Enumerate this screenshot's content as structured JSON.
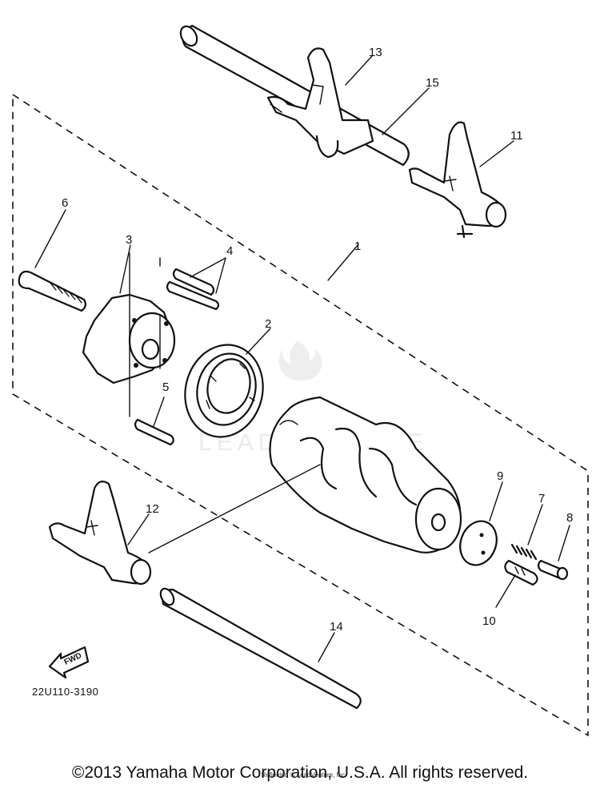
{
  "diagram": {
    "part_code": "22U110-3190",
    "direction_label": "FWD",
    "watermark": "LEADVENTURE",
    "callouts": [
      "1",
      "2",
      "3",
      "4",
      "5",
      "6",
      "7",
      "8",
      "9",
      "10",
      "11",
      "12",
      "13",
      "14",
      "15"
    ]
  },
  "footer": {
    "copyright": "©2013 Yamaha Motor Corporation, U.S.A. All rights reserved.",
    "reg_note": "Reflected © LeadVenture, Inc."
  }
}
